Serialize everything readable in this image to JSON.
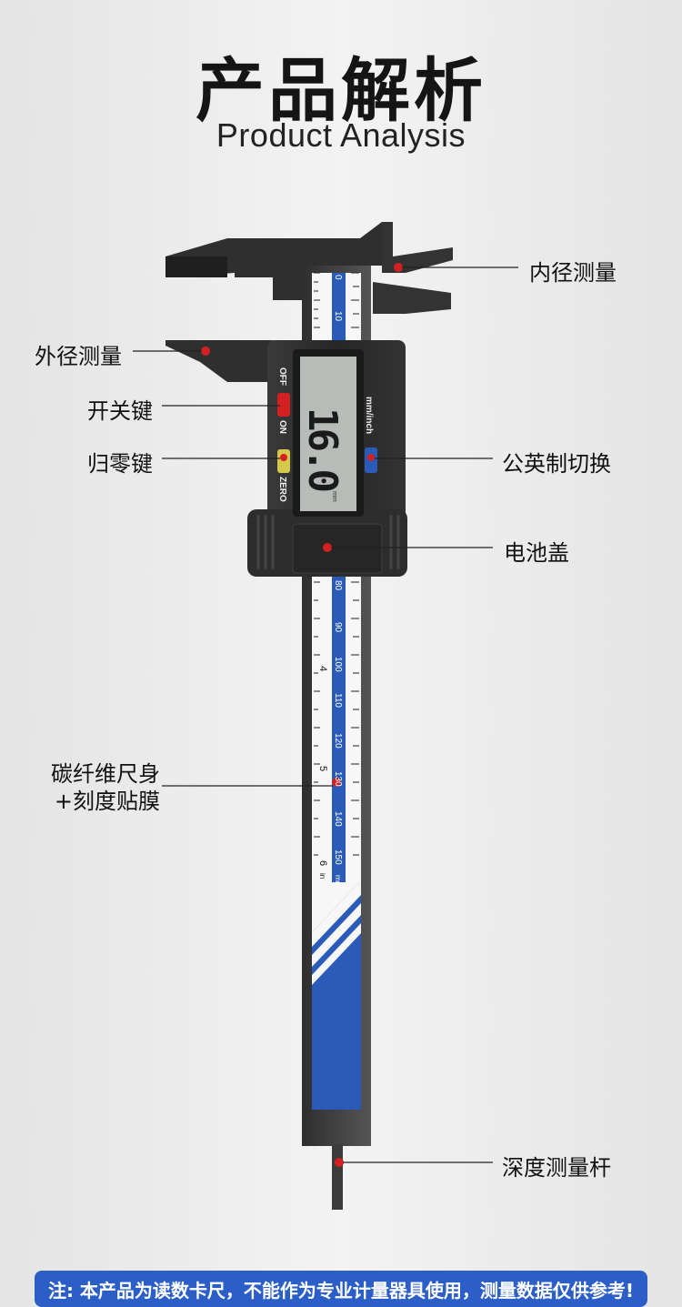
{
  "header": {
    "title": "产品解析",
    "subtitle": "Product Analysis"
  },
  "callouts": {
    "inner_diameter": "内径测量",
    "outer_diameter": "外径测量",
    "power_button": "开关键",
    "zero_button": "归零键",
    "unit_switch": "公英制切换",
    "battery_cover": "电池盖",
    "body_line1": "碳纤维尺身",
    "body_line2": "+刻度贴膜",
    "depth_rod": "深度测量杆"
  },
  "caliper": {
    "display_reading": "16.0",
    "display_unit": "mm",
    "label_off": "OFF",
    "label_on": "ON",
    "label_zero": "ZERO",
    "label_mm_inch": "mm/inch",
    "mm_scale_top": [
      "0",
      "10"
    ],
    "mm_scale_bottom": [
      "80",
      "90",
      "100",
      "110",
      "120",
      "130",
      "140",
      "150"
    ],
    "inch_major": [
      "4",
      "5",
      "6"
    ],
    "unit_mm": "mm",
    "unit_in": "in"
  },
  "note": {
    "text": "注: 本产品为读数卡尺，不能作为专业计量器具使用，测量数据仅供参考!"
  },
  "colors": {
    "marker_red": "#d42020",
    "scale_blue": "#2a5bb8",
    "body_dark": "#2b2b2b",
    "note_bg": "#2c5ec7"
  }
}
